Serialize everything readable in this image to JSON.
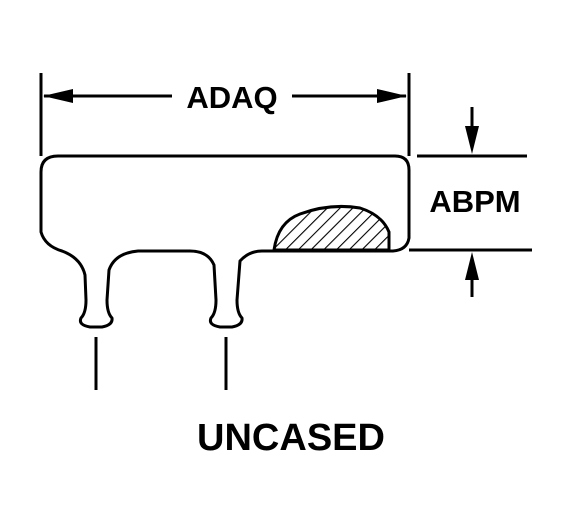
{
  "drawing": {
    "title": "UNCASED",
    "dimensions": {
      "width_label": "ADAQ",
      "height_label": "ABPM"
    },
    "colors": {
      "ink": "#000000",
      "paper": "#ffffff"
    }
  }
}
